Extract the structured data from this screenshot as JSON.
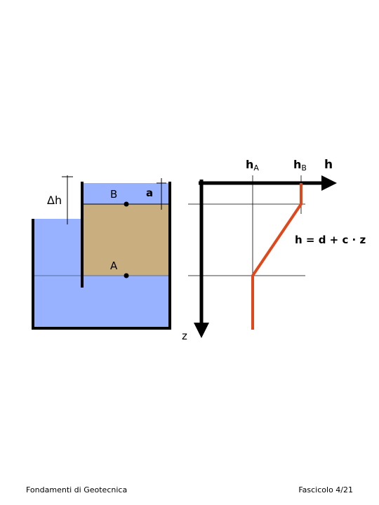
{
  "diagram": {
    "labels": {
      "delta_h": "Δh",
      "point_b": "B",
      "point_a": "A",
      "a_dim": "a",
      "h_a_main": "h",
      "h_a_sub": "A",
      "h_b_main": "h",
      "h_b_sub": "B",
      "h_axis": "h",
      "z_axis": "z",
      "equation": "h = d + c · z"
    },
    "colors": {
      "water": "#99b2ff",
      "soil": "#c9ae7f",
      "head_line": "#e0481c",
      "walls": "#000000"
    }
  },
  "footer": {
    "left": "Fondamenti di Geotecnica",
    "right": "Fascicolo 4/21"
  }
}
